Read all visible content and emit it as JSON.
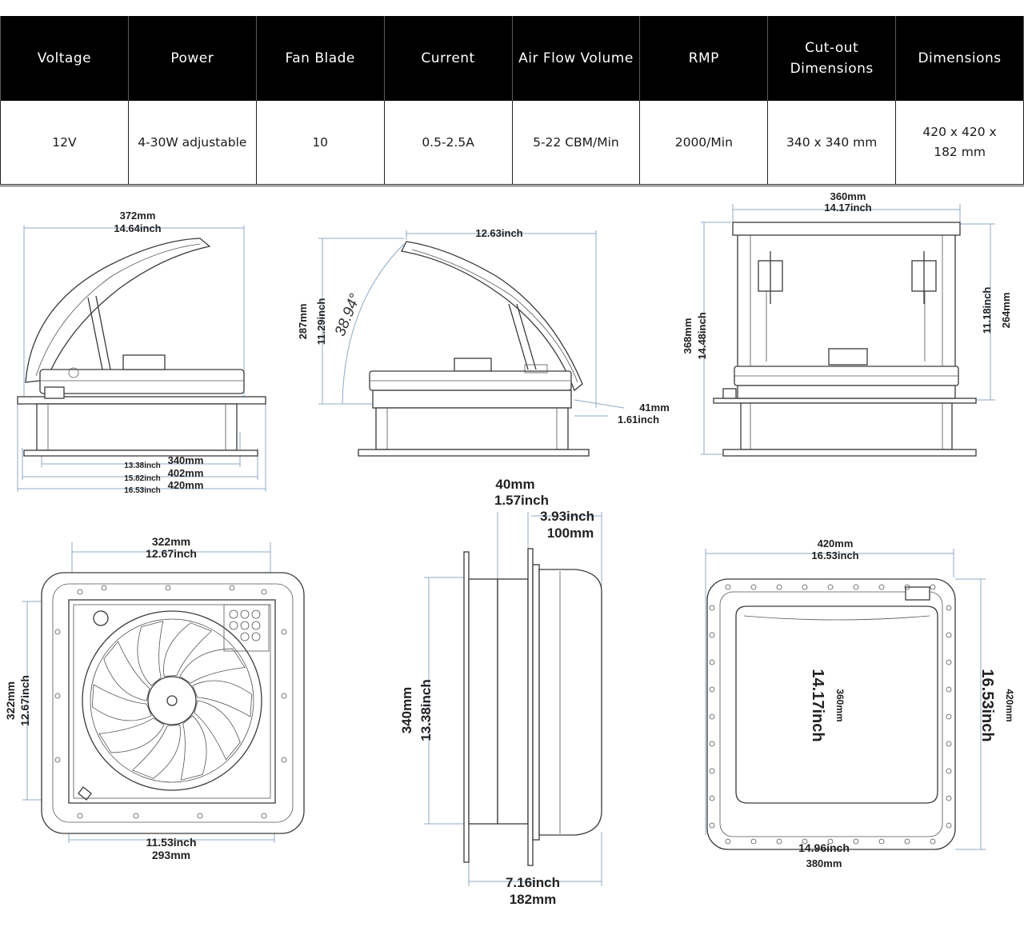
{
  "spec_table": {
    "headers": [
      "Voltage",
      "Power",
      "Fan Blade",
      "Current",
      "Air Flow Volume",
      "RMP",
      "Cut-out Dimensions",
      "Dimensions"
    ],
    "values": [
      "12V",
      "4-30W adjustable",
      "10",
      "0.5-2.5A",
      "5-22 CBM/Min",
      "2000/Min",
      "340 x 340 mm",
      "420 x 420 x 182 mm"
    ]
  },
  "side_view_open": {
    "top_width_mm": "372mm",
    "top_width_in": "14.64inch",
    "cutout_in": "13.38inch",
    "cutout_mm": "340mm",
    "mid_in": "15.82inch",
    "mid_mm": "402mm",
    "base_in": "16.53inch",
    "base_mm": "420mm"
  },
  "side_view_angle": {
    "depth_in": "12.63inch",
    "height_mm": "287mm",
    "height_in": "11.29inch",
    "angle": "38.94°",
    "base_mm": "41mm",
    "base_in": "1.61inch"
  },
  "front_view_open": {
    "width_mm": "360mm",
    "width_in": "14.17inch",
    "height_mm": "368mm",
    "height_in": "14.48inch",
    "inner_in": "11.18inch",
    "inner_mm": "264mm"
  },
  "bottom_view": {
    "width_mm": "322mm",
    "width_in": "12.67inch",
    "height_mm": "322mm",
    "height_in": "12.67inch",
    "inner_in": "11.53inch",
    "inner_mm": "293mm"
  },
  "profile_view": {
    "flange_mm": "40mm",
    "flange_in": "1.57inch",
    "body_in": "3.93inch",
    "body_mm": "100mm",
    "height_mm": "340mm",
    "height_in": "13.38inch",
    "total_in": "7.16inch",
    "total_mm": "182mm"
  },
  "top_view": {
    "width_mm": "420mm",
    "width_in": "16.53inch",
    "inner_in": "14.17inch",
    "inner_mm": "360mm",
    "height_in": "16.53inch",
    "height_mm": "420mm",
    "bottom_in": "14.96inch",
    "bottom_mm": "380mm"
  },
  "colors": {
    "header_bg": "#000000",
    "dimension_line": "#8fa9c6",
    "outline": "#3a3a3a"
  }
}
